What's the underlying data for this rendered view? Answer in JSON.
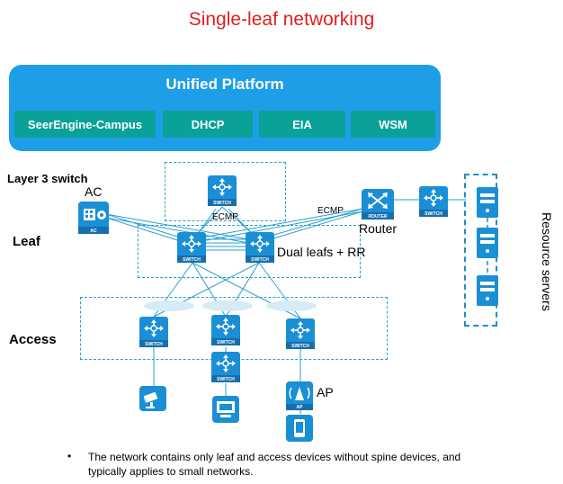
{
  "title": "Single-leaf networking",
  "platform": {
    "title": "Unified Platform",
    "modules": [
      "SeerEngine-Campus",
      "DHCP",
      "EIA",
      "WSM"
    ]
  },
  "labels": {
    "layer3": "Layer 3 switch",
    "ac": "AC",
    "leaf": "Leaf",
    "dual_leafs": "Dual leafs + RR",
    "access": "Access",
    "router": "Router",
    "ap": "AP",
    "resource_servers": "Resource servers",
    "ecmp1": "ECMP",
    "ecmp2": "ECMP"
  },
  "icon_text": {
    "switch": "SWITCH",
    "router": "ROUTER",
    "ac": "AC",
    "ap": "AP"
  },
  "note": {
    "bullet": "•",
    "text": "The network contains only leaf and access devices without spine devices, and typically applies to small networks."
  },
  "colors": {
    "title": "#e01e1e",
    "platform": "#1e9ee6",
    "module": "#0aa199",
    "device": "#1a8fd6",
    "line": "#2a9fd0"
  }
}
